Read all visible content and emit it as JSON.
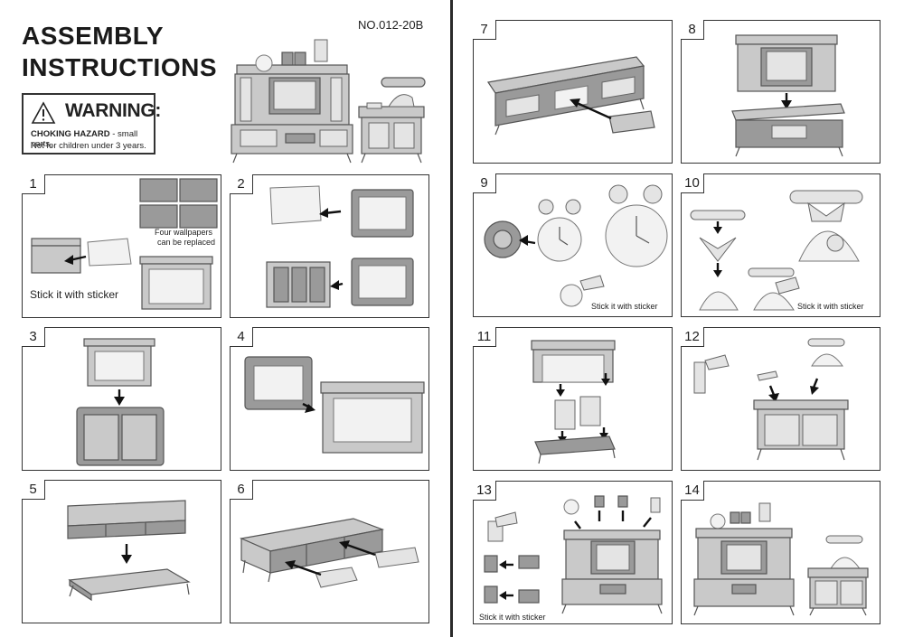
{
  "header": {
    "title_line1": "ASSEMBLY",
    "title_line2": "INSTRUCTIONS",
    "model_number": "NO.012-20B"
  },
  "warning": {
    "icon": "warning-triangle-icon",
    "title": "WARNING:",
    "hazard": "CHOKING HAZARD",
    "hazard_rest": " - small parts,",
    "line2": "Not for children under 3 years."
  },
  "steps": [
    {
      "number": "1",
      "caption": "Stick it with sticker",
      "note_line1": "Four wallpapers",
      "note_line2": "can be replaced"
    },
    {
      "number": "2"
    },
    {
      "number": "3"
    },
    {
      "number": "4"
    },
    {
      "number": "5"
    },
    {
      "number": "6"
    },
    {
      "number": "7"
    },
    {
      "number": "8"
    },
    {
      "number": "9",
      "caption": "Stick it with sticker"
    },
    {
      "number": "10",
      "caption": "Stick it with sticker"
    },
    {
      "number": "11"
    },
    {
      "number": "12"
    },
    {
      "number": "13",
      "caption": "Stick it with sticker"
    },
    {
      "number": "14"
    }
  ]
}
